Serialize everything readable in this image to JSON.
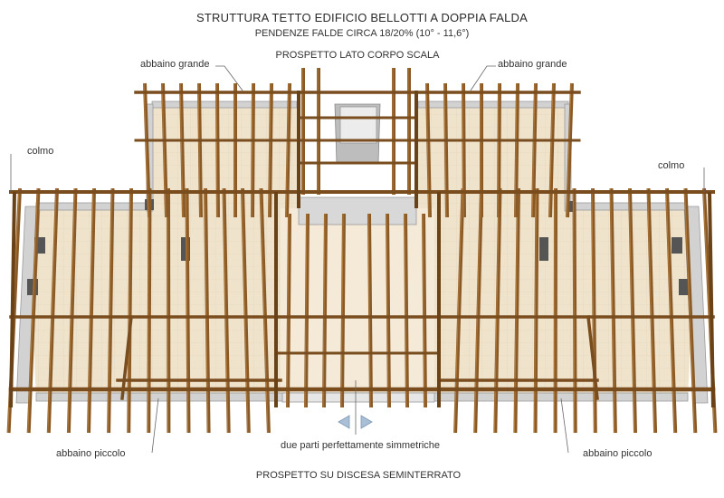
{
  "title": "STRUTTURA TETTO EDIFICIO BELLOTTI A DOPPIA FALDA",
  "subtitle": "PENDENZE FALDE CIRCA 18/20% (10° - 11,6°)",
  "view_top": "PROSPETTO LATO CORPO SCALA",
  "view_bottom": "PROSPETTO SU DISCESA SEMINTERRATO",
  "labels": {
    "dormer_large_left": "abbaino grande",
    "dormer_large_right": "abbaino grande",
    "ridge_left": "colmo",
    "ridge_right": "colmo",
    "dormer_small_left": "abbaino piccolo",
    "dormer_small_right": "abbaino piccolo",
    "symmetry_note": "due parti perfettamente simmetriche"
  },
  "colors": {
    "timber": "#8a5a26",
    "timber_dark": "#5e3a14",
    "timber_light": "#b07a3c",
    "deck": "#efe3cc",
    "wall": "#c9c9c9",
    "wall_light": "#e6e6e6",
    "leader": "#555555",
    "arrow": "#8aa4bf"
  }
}
